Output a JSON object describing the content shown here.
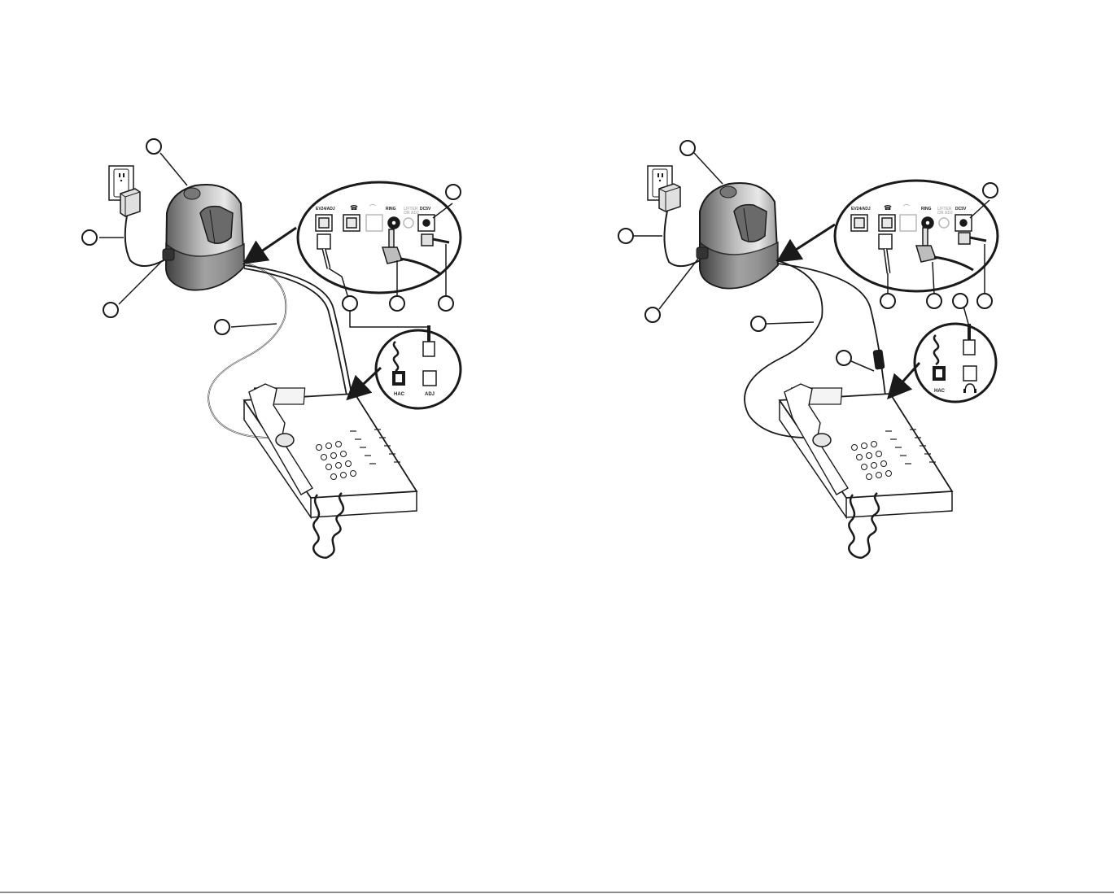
{
  "diagrams": [
    {
      "id": "left",
      "port_labels": {
        "ev24": "EV24/ADJ",
        "phone": "☎",
        "headset": "⌒",
        "ring": "RING",
        "lifter": "LIFTER\nOR ADJ",
        "dc": "DC5V"
      },
      "phone_port_labels": {
        "hac": "HAC",
        "right": "ADJ"
      }
    },
    {
      "id": "right",
      "port_labels": {
        "ev24": "EV24/ADJ",
        "phone": "☎",
        "headset": "⌒",
        "ring": "RING",
        "lifter": "LIFTER\nOR ADJ",
        "dc": "DC5V"
      },
      "phone_port_labels": {
        "hac": "HAC",
        "right": "headset-icon"
      }
    }
  ],
  "colors": {
    "line": "#1a1a1a",
    "base_gray": "#8a8a8a",
    "light_gray": "#d9d9d9"
  }
}
